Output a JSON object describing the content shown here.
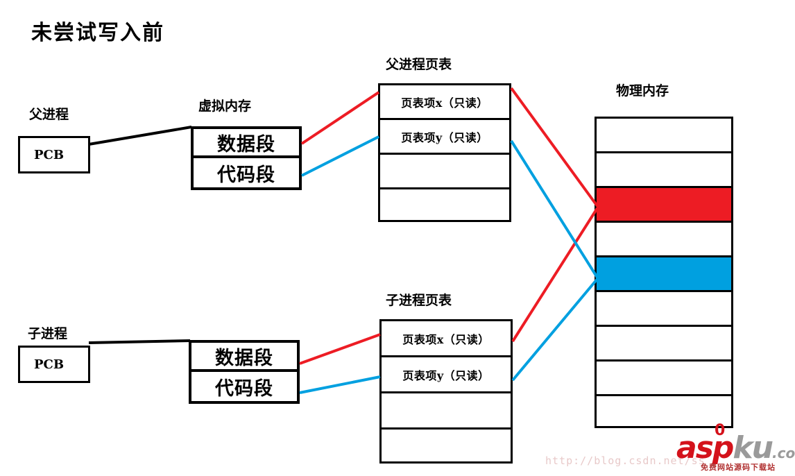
{
  "title": "未尝试写入前",
  "colors": {
    "red": "#ED1C24",
    "blue": "#00A0E0",
    "outline": "#000000"
  },
  "parent": {
    "process_label": "父进程",
    "pcb_label": "PCB",
    "virtual_memory_label": "虚拟内存",
    "segments": [
      "数据段",
      "代码段"
    ],
    "page_table_label": "父进程页表",
    "page_table_rows": [
      "页表项x（只读）",
      "页表项y（只读）",
      "",
      ""
    ]
  },
  "child": {
    "process_label": "子进程",
    "pcb_label": "PCB",
    "segments": [
      "数据段",
      "代码段"
    ],
    "page_table_label": "子进程页表",
    "page_table_rows": [
      "页表项x（只读）",
      "页表项y（只读）",
      "",
      ""
    ]
  },
  "physical_memory": {
    "label": "物理内存",
    "frames": [
      {
        "index": 1,
        "fill": "#ffffff"
      },
      {
        "index": 2,
        "fill": "#ffffff"
      },
      {
        "index": 3,
        "fill": "#ED1C24"
      },
      {
        "index": 4,
        "fill": "#ffffff"
      },
      {
        "index": 5,
        "fill": "#00A0E0"
      },
      {
        "index": 6,
        "fill": "#ffffff"
      },
      {
        "index": 7,
        "fill": "#ffffff"
      },
      {
        "index": 8,
        "fill": "#ffffff"
      },
      {
        "index": 9,
        "fill": "#ffffff"
      }
    ]
  },
  "watermark": {
    "url": "http://blog.csdn.net/ss",
    "logo_asp": "asp",
    "logo_ku": "ku",
    "logo_com": ".com",
    "logo_zero": "0",
    "tagline": "免费网站源码下载站"
  }
}
